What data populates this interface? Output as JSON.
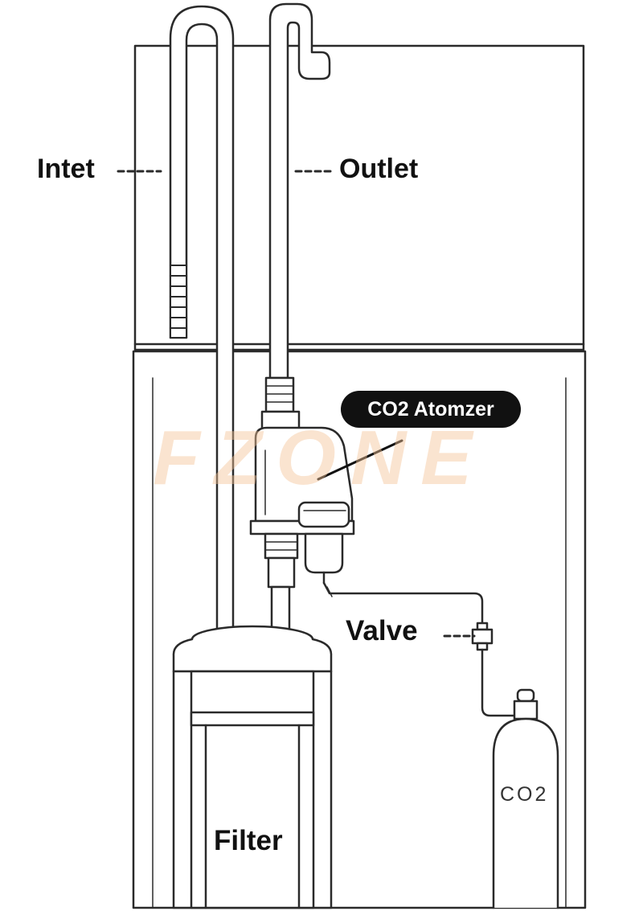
{
  "labels": {
    "inlet": "Intet",
    "outlet": "Outlet",
    "atomizer": "CO2 Atomzer",
    "valve": "Valve",
    "filter": "Filter",
    "cylinder": "CO2"
  },
  "watermark": "FZONE",
  "colors": {
    "line": "#2a2a2a",
    "fill": "#ffffff",
    "shade": "#e6e6e6",
    "watermark": "#f5c496",
    "badge": "#111111"
  }
}
